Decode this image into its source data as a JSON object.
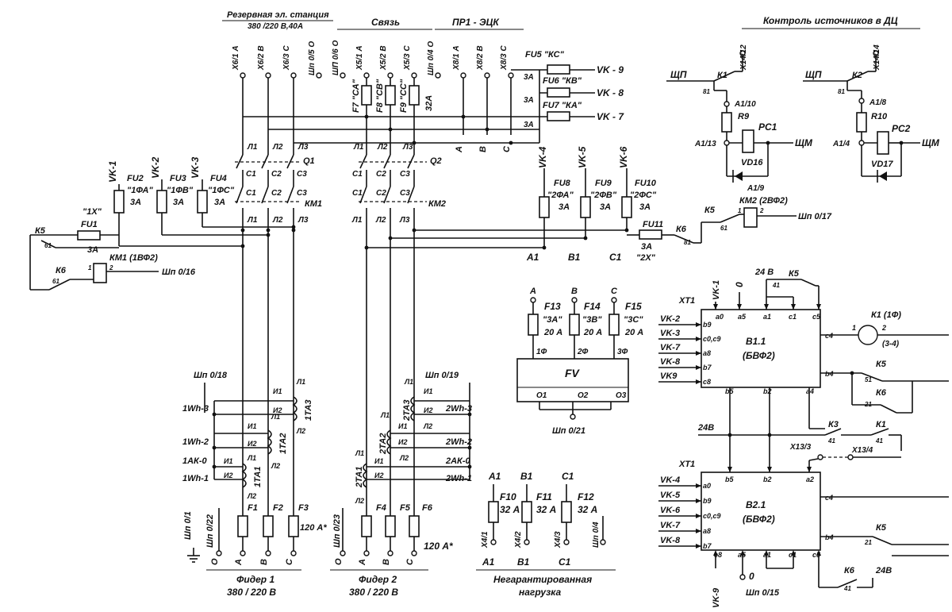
{
  "headers": {
    "reserve_line1": "Резервная эл. станция",
    "reserve_line2": "380 /220 В,40А",
    "svyaz": "Связь",
    "pr1": "ПР1 - ЭЦК",
    "kontrol": "Контроль источников в ДЦ"
  },
  "top_terminals": [
    "Х6/1 А",
    "Х6/2 В",
    "Х6/3 С",
    "Шп 0/5 О",
    "ШП 0/6 О",
    "Х5/1 А",
    "Х5/2 В",
    "Х5/3 С",
    "Шп 0/4 О",
    "Х8/1 А",
    "Х8/2 В",
    "Х8/3 С"
  ],
  "comm_fuses": [
    {
      "label": "F7 \"СА\"",
      "rating": ""
    },
    {
      "label": "F8 \"СВ\"",
      "rating": ""
    },
    {
      "label": "F9 \"СС\"",
      "rating": ""
    },
    {
      "label": "",
      "rating": "32А"
    }
  ],
  "vk_out": [
    {
      "fuse": "FU5 \"КС\"",
      "rating": "3А",
      "vk": "VK - 9"
    },
    {
      "fuse": "FU6 \"КВ\"",
      "rating": "3А",
      "vk": "VK - 8"
    },
    {
      "fuse": "FU7 \"КА\"",
      "rating": "3А",
      "vk": "VK - 7"
    }
  ],
  "bus_labels": {
    "reserve": [
      "Л1",
      "Л2",
      "Л3"
    ],
    "feeder": [
      "Л1",
      "Л2",
      "Л3"
    ],
    "abc": [
      "А",
      "В",
      "С"
    ]
  },
  "q1": {
    "name": "Q1",
    "c": [
      "С1",
      "С2",
      "С3"
    ]
  },
  "q2": {
    "name": "Q2",
    "c": [
      "С1",
      "С2",
      "С3"
    ]
  },
  "km1": {
    "name": "КМ1",
    "c": [
      "С1",
      "С2",
      "С3"
    ],
    "l": [
      "Л1",
      "Л2",
      "Л3"
    ]
  },
  "km2": {
    "name": "КМ2",
    "c": [
      "С1",
      "С2",
      "С3"
    ],
    "l": [
      "Л1",
      "Л2",
      "Л3"
    ]
  },
  "left_fuses": [
    {
      "vk": "VK-1",
      "fuse": "FU2",
      "tag": "\"1ФА\"",
      "rating": "3А"
    },
    {
      "vk": "VK-2",
      "fuse": "FU3",
      "tag": "\"1ФВ\"",
      "rating": "3А"
    },
    {
      "vk": "VK-3",
      "fuse": "FU4",
      "tag": "\"1ФС\"",
      "rating": "3А"
    }
  ],
  "fu1": {
    "tag": "\"1Х\"",
    "name": "FU1",
    "rating": "3А"
  },
  "left_relays": {
    "k5": "К5",
    "k5_pin": "61",
    "k6": "К6",
    "k6_pin": "61",
    "km1_coil": "КМ1 (1ВФ2)",
    "pin1": "1",
    "pin2": "2",
    "shp": "Шп 0/16"
  },
  "right_fuses": [
    {
      "vk": "VK-4",
      "fuse": "FU8",
      "tag": "\"2ФА\"",
      "rating": "3А"
    },
    {
      "vk": "VK-5",
      "fuse": "FU9",
      "tag": "\"2ФВ\"",
      "rating": "3А"
    },
    {
      "vk": "VK-6",
      "fuse": "FU10",
      "tag": "\"2ФС\"",
      "rating": "3А"
    }
  ],
  "fu11": {
    "name": "FU11",
    "rating": "3А",
    "tag": "\"2Х\""
  },
  "abc1": [
    "А1",
    "В1",
    "С1"
  ],
  "right_relays": {
    "k5": "К5",
    "k5_pin": "61",
    "k6": "К6",
    "k6_pin": "81",
    "km2_coil": "КМ2 (2ВФ2)",
    "pin1": "1",
    "pin2": "2",
    "shp": "Шп 0/17"
  },
  "control": {
    "shp1": "ЩП",
    "k1": "К1",
    "k1_pin": "81",
    "x1": "Х14/12",
    "shp2": "ЩП",
    "k2": "К2",
    "k2_pin": "81",
    "x2": "Х14/14",
    "a1_10": "А1/10",
    "r9": "R9",
    "pc1": "РС1",
    "a1_13": "А1/13",
    "shm1": "ЩМ",
    "vd16": "VD16",
    "a1_9": "А1/9",
    "a1_8": "А1/8",
    "r10": "R10",
    "pc2": "РС2",
    "a1_4": "А1/4",
    "shm2": "ЩМ",
    "vd17": "VD17"
  },
  "fv": {
    "phases": [
      "А",
      "В",
      "С"
    ],
    "fuses": [
      {
        "name": "F13",
        "tag": "\"3А\"",
        "rating": "20 А"
      },
      {
        "name": "F14",
        "tag": "\"3В\"",
        "rating": "20 А"
      },
      {
        "name": "F15",
        "tag": "\"3С\"",
        "rating": "20 А"
      }
    ],
    "inputs": [
      "1Ф",
      "2Ф",
      "3Ф"
    ],
    "name": "FV",
    "outputs": [
      "О1",
      "О2",
      "О3"
    ],
    "shp": "Шп 0/21"
  },
  "b11": {
    "name": "В1.1",
    "sub": "(БВФ2)",
    "xt": "ХТ1",
    "top_pins": [
      "а0",
      "а5",
      "а1",
      "с1",
      "с5"
    ],
    "vk1": "VK-1",
    "zero": "0",
    "v24": "24 В",
    "k5": "К5",
    "k5_pin": "41",
    "left": [
      {
        "vk": "VK-2",
        "pin": "b9"
      },
      {
        "vk": "VK-3",
        "pin": "с0,с9"
      },
      {
        "vk": "VK-7",
        "pin": "а8"
      },
      {
        "vk": "VK-8",
        "pin": "b7"
      },
      {
        "vk": "VK9",
        "pin": "с8"
      }
    ],
    "right_pins": [
      "с4",
      "b4"
    ],
    "bottom_pins": [
      "b5",
      "b2",
      "а4"
    ],
    "k1_coil": "К1 (1Ф)",
    "coil_pin1": "1",
    "coil_pin2": "2",
    "coil_ref": "(3-4)",
    "k5b": "К5",
    "k5b_pin": "51",
    "k6": "К6",
    "k6_pin": "21"
  },
  "mid_right": {
    "v24": "24В",
    "k3": "К3",
    "k3_pin": "41",
    "k1": "К1",
    "k1_pin": "41",
    "x13_3": "Х13/3",
    "x13_4": "Х13/4"
  },
  "b21": {
    "name": "В2.1",
    "sub": "(БВФ2)",
    "xt": "ХТ1",
    "top_pins": [
      "b5",
      "b2",
      "а2"
    ],
    "left": [
      {
        "vk": "VK-4",
        "pin": "а0"
      },
      {
        "vk": "VK-5",
        "pin": "b9"
      },
      {
        "vk": "VK-6",
        "pin": "с0,с9"
      },
      {
        "vk": "VK-7",
        "pin": "а8"
      },
      {
        "vk": "VK-8",
        "pin": "b7"
      }
    ],
    "right_pins": [
      "с4",
      "b4"
    ],
    "bottom_pins": [
      "с8",
      "а5",
      "а1",
      "с1",
      "с5"
    ],
    "k5": "К5",
    "k5_pin": "21",
    "vk9": "VK-9",
    "zero": "0",
    "shp": "Шп 0/15",
    "k6": "К6",
    "k6_pin": "41",
    "v24": "24В"
  },
  "feeder1": {
    "shp": "Шп 0/18",
    "windings": [
      "1Wh-3",
      "1Wh-2",
      "1АК-0",
      "1Wh-1"
    ],
    "tas": [
      "1ТА3",
      "1ТА2",
      "1ТА1"
    ],
    "fuses": [
      "F1",
      "F2",
      "F3"
    ],
    "rating": "120 А*",
    "ground": "Шп 0/1",
    "shp0": "Шп 0/22",
    "phases": [
      "О",
      "А",
      "В",
      "С"
    ],
    "title": "Фидер 1",
    "volt": "380 / 220 В"
  },
  "feeder2": {
    "shp": "Шп 0/19",
    "windings": [
      "2Wh-3",
      "2Wh-2",
      "2АК-0",
      "2Wh-1"
    ],
    "tas": [
      "2ТА3",
      "2ТА2",
      "2ТА1"
    ],
    "fuses": [
      "F4",
      "F5",
      "F6"
    ],
    "rating": "120 А*",
    "shp0": "Шп 0/23",
    "phases": [
      "О",
      "А",
      "В",
      "С"
    ],
    "title": "Фидер 2",
    "volt": "380 / 220 В"
  },
  "ta_pins": {
    "i1": "И1",
    "i2": "И2",
    "l1": "Л1",
    "l2": "Л2"
  },
  "nonguaranteed": {
    "phases": [
      "А1",
      "В1",
      "С1"
    ],
    "fuses": [
      {
        "name": "F10",
        "rating": "32 А"
      },
      {
        "name": "F11",
        "rating": "32 А"
      },
      {
        "name": "F12",
        "rating": "32 А"
      }
    ],
    "terminals": [
      "Х4/1",
      "Х4/2",
      "Х4/3",
      "Шп 0/4"
    ],
    "bottom": [
      "А1",
      "В1",
      "С1"
    ],
    "title1": "Негарантированная",
    "title2": "нагрузка"
  }
}
